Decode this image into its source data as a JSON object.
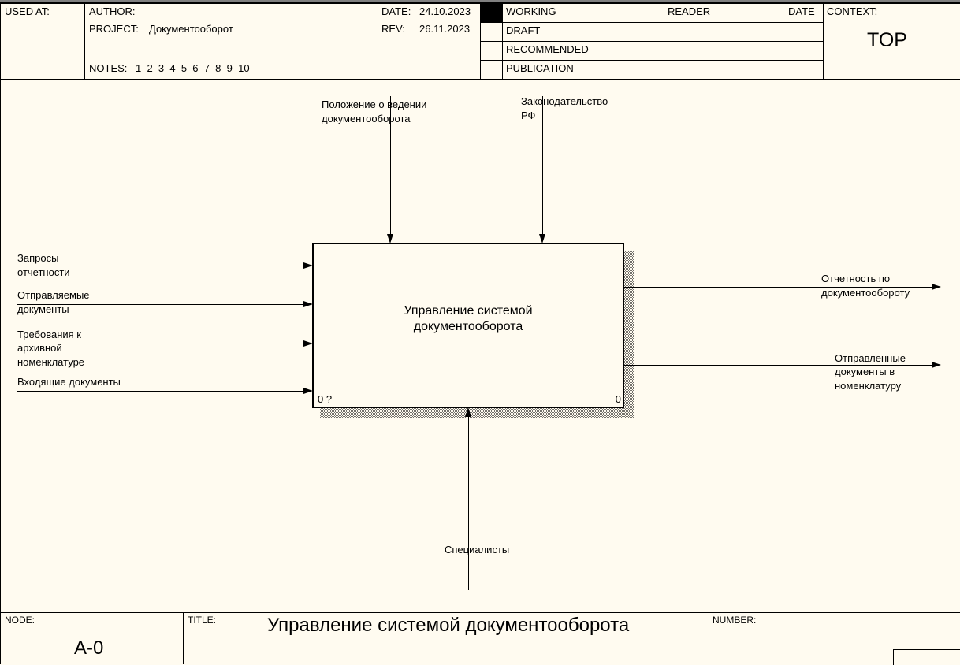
{
  "header": {
    "used_at_label": "USED AT:",
    "author_label": "AUTHOR:",
    "project_label": "PROJECT:",
    "project_value": "Документооборот",
    "notes_label": "NOTES:",
    "notes_values": "1  2  3  4  5  6  7  8  9  10",
    "date_label": "DATE:",
    "date_value": "24.10.2023",
    "rev_label": "REV:",
    "rev_value": "26.11.2023",
    "status": [
      {
        "label": "WORKING",
        "selected": true
      },
      {
        "label": "DRAFT",
        "selected": false
      },
      {
        "label": "RECOMMENDED",
        "selected": false
      },
      {
        "label": "PUBLICATION",
        "selected": false
      }
    ],
    "reader_label": "READER",
    "reader_date_label": "DATE",
    "context_label": "CONTEXT:",
    "context_value": "TOP"
  },
  "diagram": {
    "activity": {
      "label_line1": "Управление системой",
      "label_line2": "документооборота",
      "number_left": "0 ?",
      "number_right": "0"
    },
    "controls": [
      {
        "label_line1": "Положение о ведении",
        "label_line2": "документооборота"
      },
      {
        "label_line1": "Законодательство",
        "label_line2": "РФ"
      }
    ],
    "inputs": [
      {
        "lines": [
          "Запросы",
          "отчетности"
        ]
      },
      {
        "lines": [
          "Отправляемые",
          "документы"
        ]
      },
      {
        "lines": [
          "Требования к",
          "архивной",
          "номенклатуре"
        ]
      },
      {
        "lines": [
          "Входящие документы"
        ]
      }
    ],
    "outputs": [
      {
        "lines": [
          "Отчетность по",
          "документообороту"
        ]
      },
      {
        "lines": [
          "Отправленные",
          "документы в",
          "номенклатуру"
        ]
      }
    ],
    "mechanisms": [
      {
        "label": "Специалисты"
      }
    ]
  },
  "footer": {
    "node_label": "NODE:",
    "node_value": "A-0",
    "title_label": "TITLE:",
    "title_value": "Управление системой документооборота",
    "number_label": "NUMBER:"
  }
}
